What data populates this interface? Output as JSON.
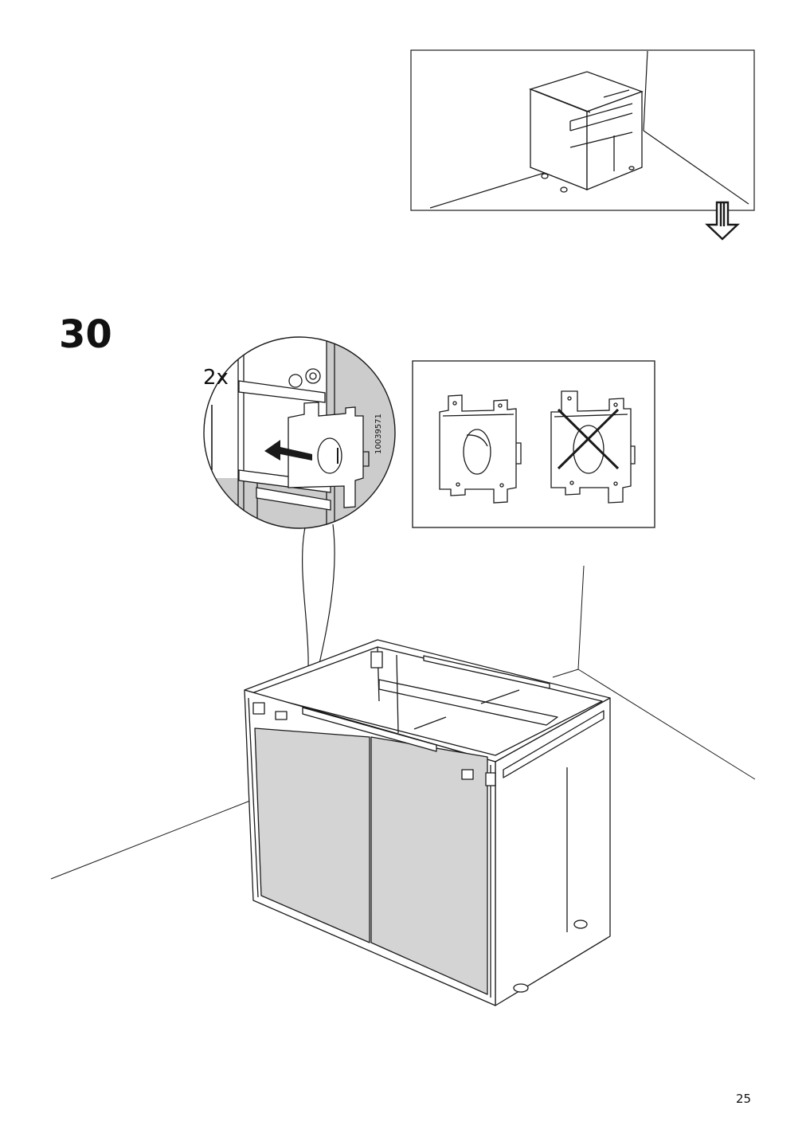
{
  "step": {
    "number": "30"
  },
  "detail": {
    "quantity": "2x",
    "part_code": "10039571"
  },
  "page": {
    "number": "25"
  },
  "icons": {
    "previous_step": "cabinet-thumbnail",
    "continue": "down-arrow-icon",
    "correct": "bracket-correct-icon",
    "wrong": "bracket-wrong-icon"
  },
  "colors": {
    "line": "#1a1a1a",
    "door_fill": "#d4d4d4",
    "shadow_fill": "#cccccc"
  }
}
